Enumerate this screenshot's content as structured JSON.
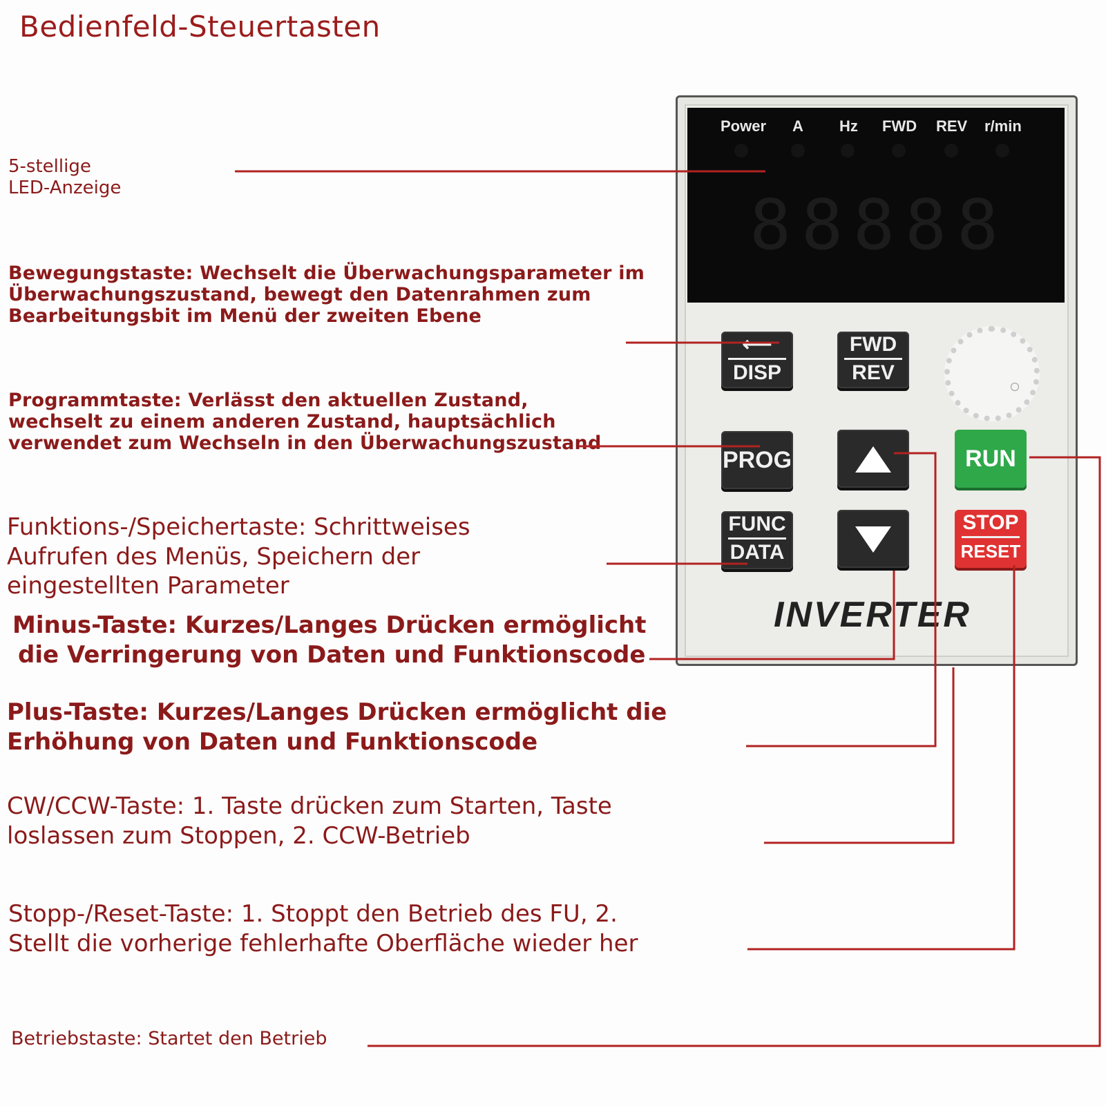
{
  "title": "Bedienfeld-Steuertasten",
  "labels": {
    "led": [
      "5-stellige",
      "LED-Anzeige"
    ],
    "shift": [
      "Bewegungstaste: Wechselt die Überwachungsparameter im",
      "Überwachungszustand, bewegt den Datenrahmen zum",
      "Bearbeitungsbit im Menü der zweiten Ebene"
    ],
    "prog": [
      "Programmtaste: Verlässt den aktuellen Zustand,",
      "wechselt zu einem anderen Zustand, hauptsächlich",
      "verwendet zum Wechseln in den Überwachungszustand"
    ],
    "func": [
      "Funktions-/Speichertaste: Schrittweises",
      "Aufrufen des Menüs, Speichern der",
      "eingestellten Parameter"
    ],
    "minus": [
      "Minus-Taste: Kurzes/Langes Drücken ermöglicht",
      "die Verringerung von Daten und Funktionscode"
    ],
    "plus": [
      "Plus-Taste: Kurzes/Langes Drücken ermöglicht die",
      "Erhöhung von Daten und Funktionscode"
    ],
    "cwccw": [
      "CW/CCW-Taste: 1. Taste drücken zum Starten, Taste",
      "loslassen zum Stoppen, 2. CCW-Betrieb"
    ],
    "stop": [
      "Stopp-/Reset-Taste: 1. Stoppt den Betrieb des FU, 2.",
      "Stellt die vorherige fehlerhafte Oberfläche wieder her"
    ],
    "run": "Betriebstaste: Startet den Betrieb"
  },
  "device": {
    "indicators": [
      "Power",
      "A",
      "Hz",
      "FWD",
      "REV",
      "r/min"
    ],
    "digits": [
      "8",
      "8",
      "8",
      "8",
      "8"
    ],
    "keys": {
      "disp_top": "⟵",
      "disp_bot": "DISP",
      "fwd": "FWD",
      "rev": "REV",
      "prog": "PROG",
      "func": "FUNC",
      "data": "DATA",
      "run": "RUN",
      "stop": "STOP",
      "reset": "RESET"
    },
    "brand": "INVERTER"
  },
  "colors": {
    "text": "#8b1a1a",
    "line": "#b22222",
    "run": "#2fa84a",
    "stop": "#e03232"
  }
}
